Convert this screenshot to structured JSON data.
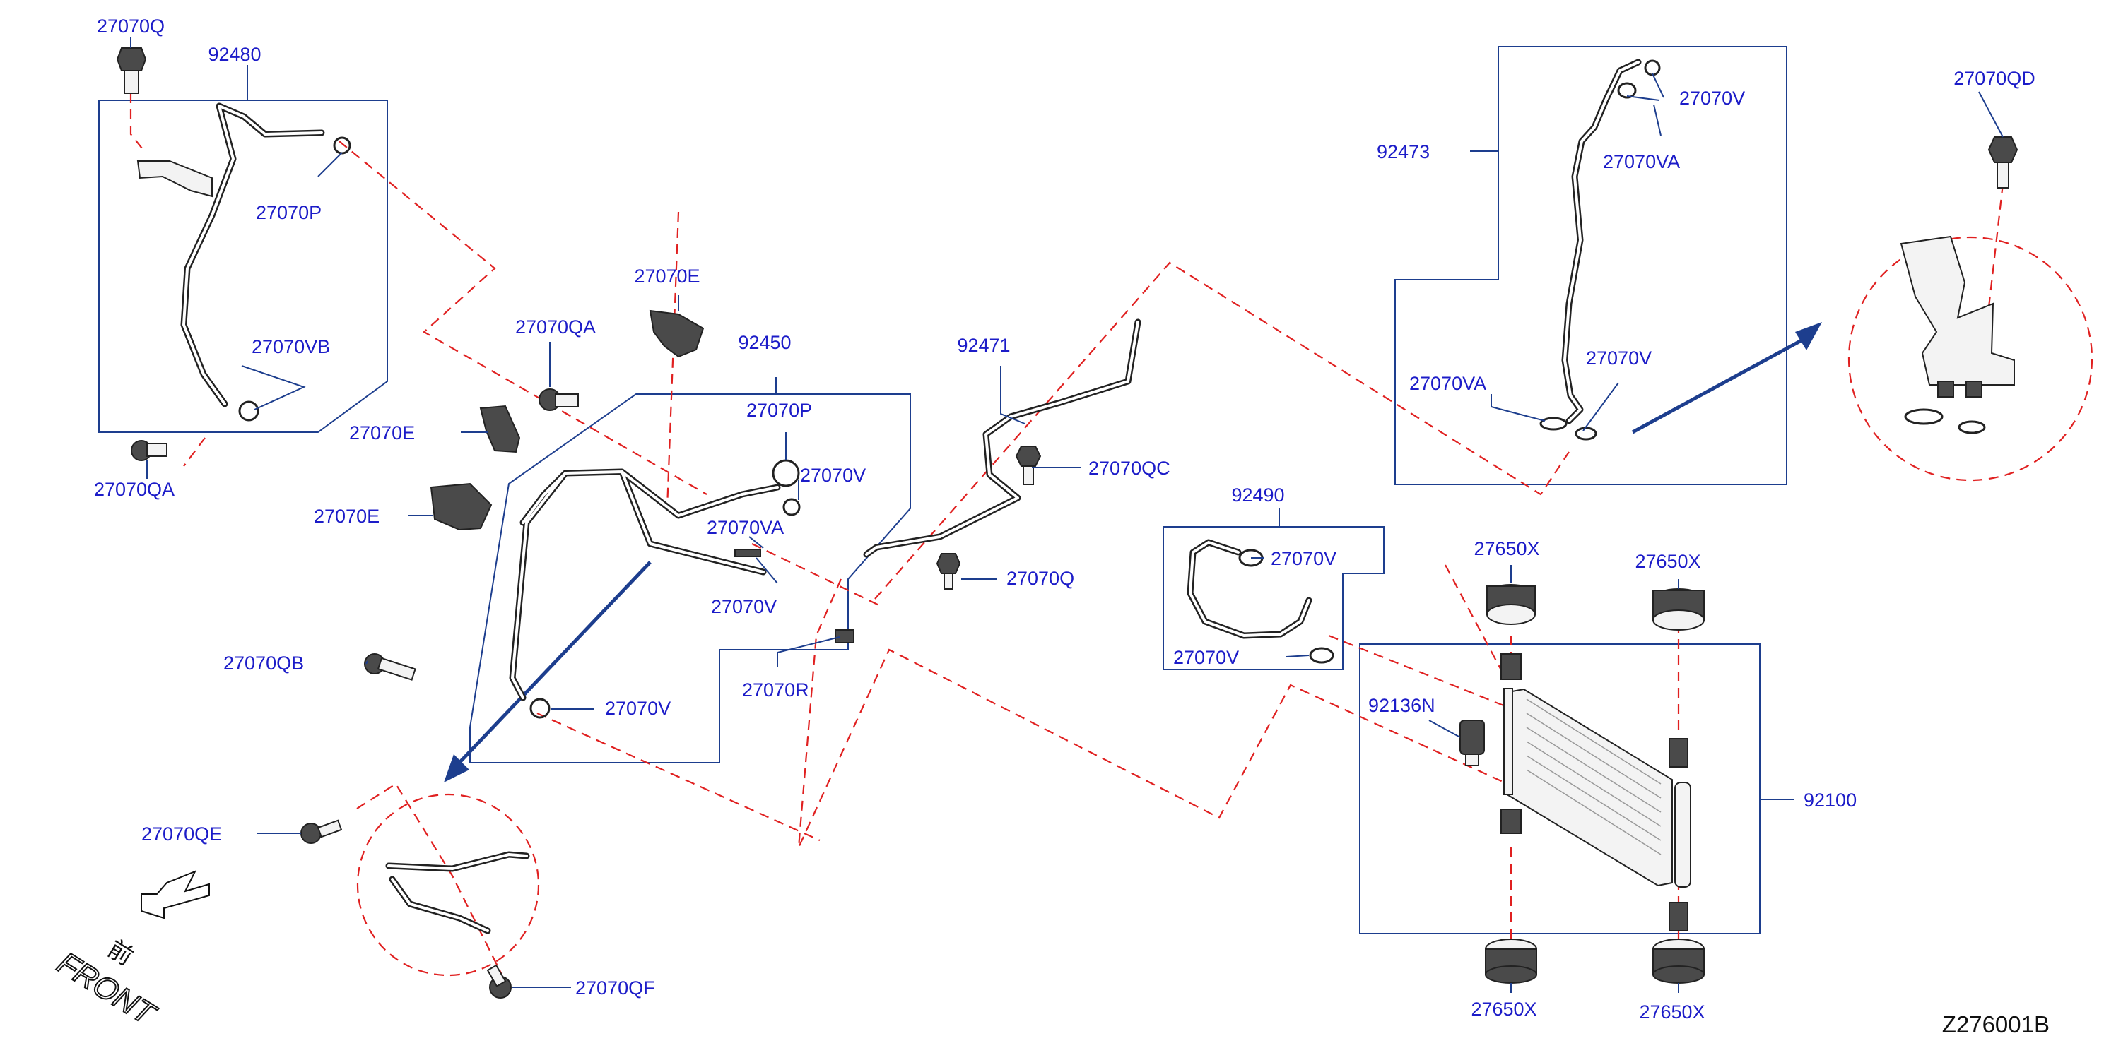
{
  "accent_colors": {
    "label": "#1c1cc8",
    "leader": "#1d3e8e",
    "dashed": "#e02020"
  },
  "labels": {
    "p27070Q_top": "27070Q",
    "p92480": "92480",
    "p27070P_left": "27070P",
    "p27070VB": "27070VB",
    "p27070QA_left": "27070QA",
    "p27070E_top": "27070E",
    "p27070QA_mid": "27070QA",
    "p92450": "92450",
    "p27070E_mid": "27070E",
    "p27070P_mid": "27070P",
    "p27070V_mid": "27070V",
    "p27070E_low": "27070E",
    "p27070VA_mid": "27070VA",
    "p27070V_mid2": "27070V",
    "p27070QB": "27070QB",
    "p27070V_low": "27070V",
    "p27070R": "27070R",
    "p92471": "92471",
    "p27070QC": "27070QC",
    "p27070Q_mid": "27070Q",
    "p92473": "92473",
    "p27070V_top": "27070V",
    "p27070VA_top": "27070VA",
    "p27070VA_low": "27070VA",
    "p27070V_r": "27070V",
    "p27070QD": "27070QD",
    "p92490": "92490",
    "p27070V_92490a": "27070V",
    "p27070V_92490b": "27070V",
    "p27650X_tl": "27650X",
    "p27650X_tr": "27650X",
    "p92136N": "92136N",
    "p92100": "92100",
    "p27650X_bl": "27650X",
    "p27650X_br": "27650X",
    "p27070QE": "27070QE",
    "p27070QF": "27070QF"
  },
  "front_indicator": {
    "kanji": "前",
    "word": "FRONT"
  },
  "diagram_code": "Z276001B"
}
